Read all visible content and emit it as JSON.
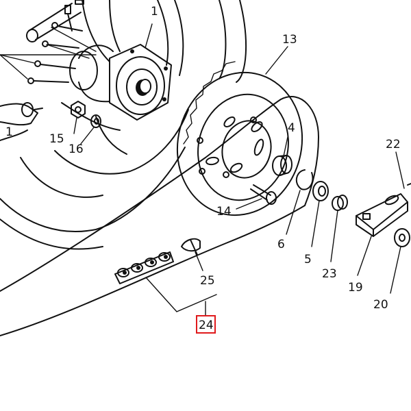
{
  "callouts": {
    "c1": "1",
    "c13": "13",
    "c4": "4",
    "c22": "22",
    "c15": "15",
    "c16": "16",
    "c14": "14",
    "c6": "6",
    "c5": "5",
    "c23": "23",
    "c19": "19",
    "c20": "20",
    "c25": "25",
    "c24": "24",
    "c1b": "1"
  },
  "colors": {
    "line": "#111111",
    "highlight": "#e0191b"
  },
  "highlighted_callout": "24"
}
